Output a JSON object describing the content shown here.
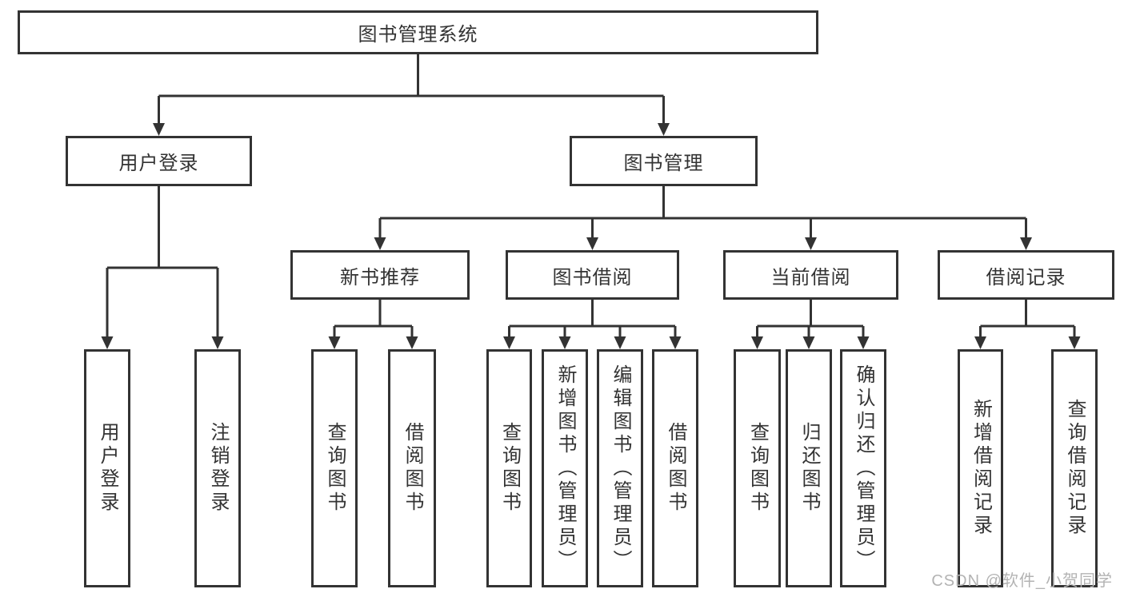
{
  "tree": {
    "root": {
      "label": "图书管理系统",
      "children": [
        {
          "label": "用户登录",
          "children": [
            {
              "label": "用户登录"
            },
            {
              "label": "注销登录"
            }
          ]
        },
        {
          "label": "图书管理",
          "children": [
            {
              "label": "新书推荐",
              "children": [
                {
                  "label": "查询图书"
                },
                {
                  "label": "借阅图书"
                }
              ]
            },
            {
              "label": "图书借阅",
              "children": [
                {
                  "label": "查询图书"
                },
                {
                  "label": "新增图书（管理员）"
                },
                {
                  "label": "编辑图书（管理员）"
                },
                {
                  "label": "借阅图书"
                }
              ]
            },
            {
              "label": "当前借阅",
              "children": [
                {
                  "label": "查询图书"
                },
                {
                  "label": "归还图书"
                },
                {
                  "label": "确认归还（管理员）"
                }
              ]
            },
            {
              "label": "借阅记录",
              "children": [
                {
                  "label": "新增借阅记录"
                },
                {
                  "label": "查询借阅记录"
                }
              ]
            }
          ]
        }
      ]
    }
  },
  "watermark": {
    "text": "CSDN @软件_小贺同学"
  },
  "colors": {
    "line": "#333333",
    "text": "#333333",
    "watermark": "#b3b3b3",
    "background": "#ffffff"
  }
}
